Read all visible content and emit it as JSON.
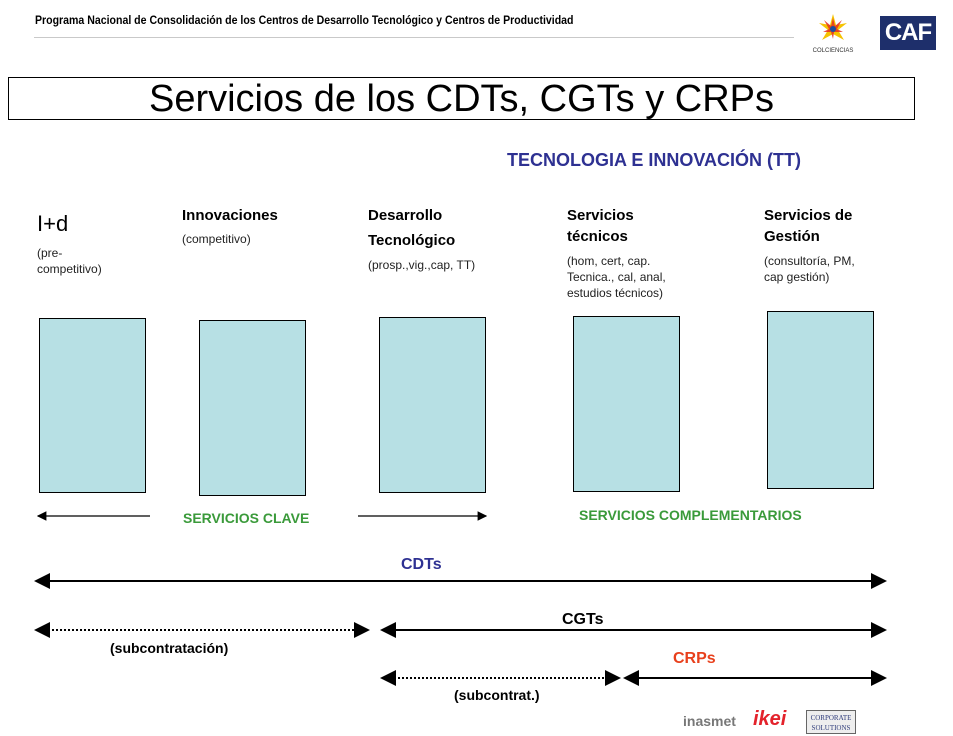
{
  "header": {
    "program_text": "Programa Nacional de Consolidación de los Centros de Desarrollo Tecnológico y Centros de Productividad",
    "logo_colciencias": "COLCIENCIAS",
    "logo_caf": "CAF"
  },
  "title": "Servicios de los CDTs, CGTs y CRPs",
  "subtitle": "TECNOLOGIA E INNOVACIÓN (TT)",
  "columns": [
    {
      "head": "I+d",
      "sub_lines": [
        "(pre-",
        "competitivo)"
      ]
    },
    {
      "head": "Innovaciones",
      "sub_lines": [
        "(competitivo)"
      ]
    },
    {
      "head_lines": [
        "Desarrollo",
        "Tecnológico"
      ],
      "sub_lines": [
        "(prosp.,vig.,cap, TT)"
      ]
    },
    {
      "head_lines": [
        "Servicios",
        "técnicos"
      ],
      "sub_lines": [
        "(hom, cert, cap.",
        "Tecnica., cal, anal,",
        "estudios técnicos)"
      ]
    },
    {
      "head_lines": [
        "Servicios de",
        "Gestión"
      ],
      "sub_lines": [
        "(consultoría, PM,",
        "cap gestión)"
      ]
    }
  ],
  "groups": {
    "clave": "SERVICIOS CLAVE",
    "complementarios": "SERVICIOS COMPLEMENTARIOS"
  },
  "arrows": {
    "cdts": "CDTs",
    "cgts": "CGTs",
    "crps": "CRPs",
    "subcontratacion": "(subcontratación)",
    "subcontrat": "(subcontrat.)"
  },
  "colors": {
    "box_fill": "#b7e0e4",
    "cdts_label": "#2e3192",
    "crps_label": "#e8401c",
    "group_label": "#3a9a3a"
  },
  "footer_logos": {
    "inasmet": "inasmet",
    "ikei": "ikei",
    "corporate_lines": [
      "CORPORATE",
      "SOLUTIONS"
    ]
  }
}
